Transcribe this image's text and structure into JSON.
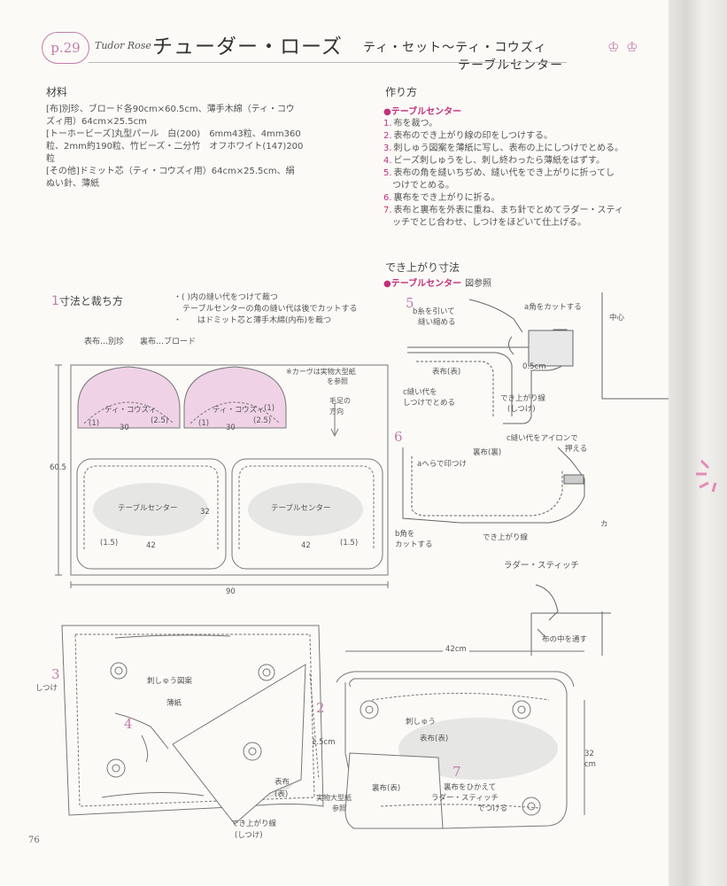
{
  "header": {
    "page": "p.29",
    "name_en": "Tudor Rose",
    "title": "チューダー・ローズ",
    "subtitle_1": "ティ・セット〜ティ・コウズィ",
    "subtitle_2": "テーブルセンター"
  },
  "materials": {
    "heading": "材料",
    "lines": [
      "[布]別珍、ブロード各90cm×60.5cm、薄手木綿（ティ・コウ",
      "ズィ用）64cm×25.5cm",
      "[トーホービーズ]丸型パール　白(200)　6mm43粒、4mm360",
      "粒、2mm約190粒、竹ビーズ・二分竹　オフホワイト(147)200",
      "粒",
      "[その他]ドミット芯（ティ・コウズィ用）64cm×25.5cm、絹",
      "ぬい針、薄紙"
    ]
  },
  "method": {
    "heading": "作り方",
    "section": "●テーブルセンター",
    "steps": [
      {
        "n": "1.",
        "text": "布を裁つ。"
      },
      {
        "n": "2.",
        "text": "表布のでき上がり線の印をしつけする。"
      },
      {
        "n": "3.",
        "text": "刺しゅう図案を薄紙に写し、表布の上にしつけでとめる。"
      },
      {
        "n": "4.",
        "text": "ビーズ刺しゅうをし、刺し終わったら薄紙をはずす。"
      },
      {
        "n": "5.",
        "text": "表布の角を縫いちぢめ、縫い代をでき上がりに折ってし"
      },
      {
        "n": "",
        "text": "つけでとめる。"
      },
      {
        "n": "6.",
        "text": "裏布をでき上がりに折る。"
      },
      {
        "n": "7.",
        "text": "表布と裏布を外表に重ね、まち針でとめてラダー・スティ"
      },
      {
        "n": "",
        "text": "ッチでとじ合わせ、しつけをほどいて仕上げる。"
      }
    ]
  },
  "finished": {
    "heading": "でき上がり寸法",
    "section": "●テーブルセンター",
    "ref": "図参照"
  },
  "cutting": {
    "num": "1",
    "heading": "寸法と裁ち方",
    "note1": "・( )内の縫い代をつけて裁つ",
    "note2": "テーブルセンターの角の縫い代は後でカットする",
    "note3": "・　　はドミット芯と薄手木綿(内布)を裁つ",
    "fabric_label": "表布…別珍　　裏布…ブロード",
    "curve_note_1": "※カーヴは実物大型紙",
    "curve_note_2": "を参照",
    "grain_1": "毛足の",
    "grain_2": "方向",
    "cozy": "ティ・コウズィ",
    "center": "テーブルセンター",
    "h_total": "60.5",
    "w_total": "90",
    "cozy_w": "30",
    "cozy_sa": "(2.5)",
    "cozy_sa1": "(1)",
    "center_w": "42",
    "center_h": "32",
    "center_sa": "(1.5)"
  },
  "step5": {
    "num": "5",
    "b_label_1": "b糸を引いて",
    "b_label_2": "縫い縮める",
    "a_label": "a角をカットする",
    "omote": "表布(表)",
    "dim": "0.5cm",
    "c_label_1": "c縫い代を",
    "c_label_2": "しつけでとめる",
    "line_1": "でき上がり線",
    "line_2": "(しつけ)"
  },
  "step6": {
    "num": "6",
    "ura": "裏布(裏)",
    "c_label_1": "c縫い代をアイロンで",
    "c_label_2": "押える",
    "a_label": "aへらで印つけ",
    "b_label_1": "b角を",
    "b_label_2": "カットする",
    "line": "でき上がり線"
  },
  "ladder": {
    "title": "ラダー・スティッチ",
    "through": "布の中を通す",
    "center": "中心",
    "ka": "カ"
  },
  "emb": {
    "num3": "3",
    "shitsuke": "しつけ",
    "num4": "4",
    "pattern": "刺しゅう図案",
    "paper": "薄紙",
    "num2": "2",
    "dim": "1.5cm",
    "omote_1": "表布",
    "omote_2": "(表)",
    "actual_1": "実物大型紙",
    "actual_2": "参照",
    "line_1": "でき上がり線",
    "line_2": "(しつけ)"
  },
  "finished_fig": {
    "w": "42cm",
    "h_1": "32",
    "h_2": "cm",
    "shishu": "刺しゅう",
    "omote": "表布(表)",
    "ura": "裏布(表)",
    "num7": "7",
    "lad_1": "裏布をひかえて",
    "lad_2": "ラダー・スティッチ",
    "lad_3": "でつける"
  },
  "footer": {
    "page_no": "76"
  },
  "colors": {
    "accent": "#c27ca7",
    "section": "#c22f7b",
    "cozy_fill": "#f0d2e6"
  }
}
